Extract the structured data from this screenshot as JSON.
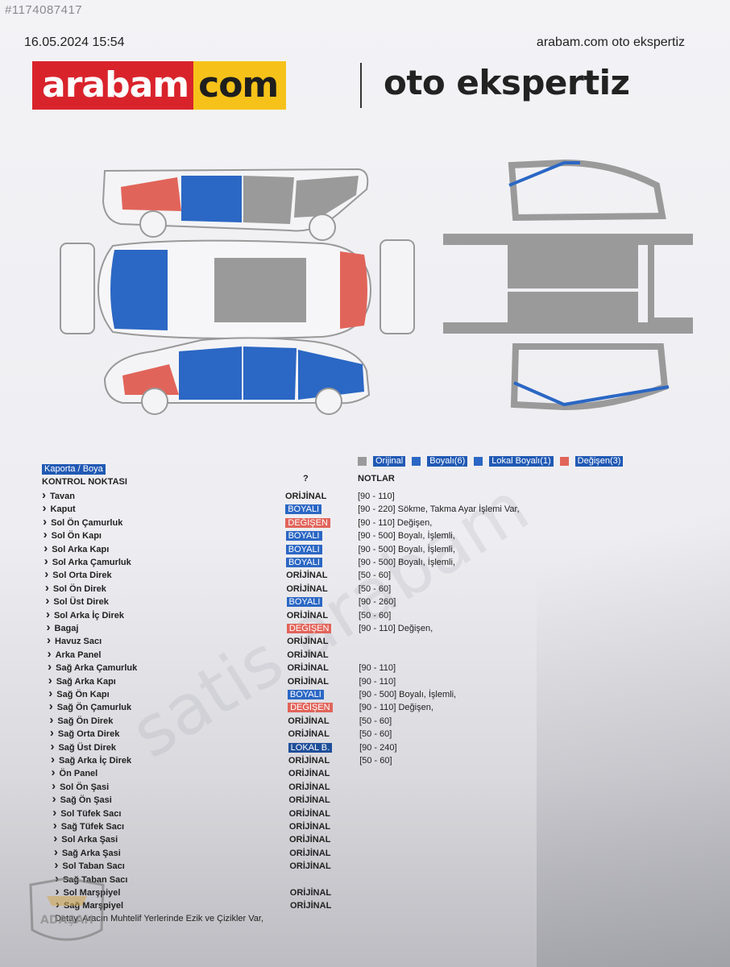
{
  "header": {
    "ad_id": "#1174087417",
    "date": "16.05.2024 15:54",
    "site": "arabam.com oto ekspertiz",
    "logo_left": "arabam",
    "logo_right": "com",
    "title": "oto ekspertiz"
  },
  "watermark": "satis arabam",
  "badge": {
    "text": "ADAŞAH"
  },
  "legend": [
    {
      "label": "Orijinal",
      "color": "#9a9a9a"
    },
    {
      "label": "Boyalı(6)",
      "color": "#2b67c4"
    },
    {
      "label": "Lokal Boyalı(1)",
      "color": "#2b67c4"
    },
    {
      "label": "Değişen(3)",
      "color": "#e1645a"
    }
  ],
  "colors": {
    "original": "#9a9a9a",
    "painted": "#2b67c4",
    "changed": "#e1645a",
    "local": "#1f4f9a"
  },
  "table": {
    "section": "Kaporta / Boya",
    "col_point": "KONTROL NOKTASI",
    "col_status": "?",
    "col_notes": "NOTLAR",
    "rows": [
      {
        "name": "Tavan",
        "status": "ORİJİNAL",
        "type": "orj",
        "note": "[90 - 110]"
      },
      {
        "name": "Kaput",
        "status": "BOYALI",
        "type": "boy",
        "note": "[90 - 220] Sökme, Takma Ayar İşlemi Var,"
      },
      {
        "name": "Sol Ön Çamurluk",
        "status": "DEĞİŞEN",
        "type": "deg",
        "note": "[90 - 110] Değişen,"
      },
      {
        "name": "Sol Ön Kapı",
        "status": "BOYALI",
        "type": "boy",
        "note": "[90 - 500] Boyalı, İşlemli,"
      },
      {
        "name": "Sol Arka Kapı",
        "status": "BOYALI",
        "type": "boy",
        "note": "[90 - 500] Boyalı, İşlemli,"
      },
      {
        "name": "Sol Arka Çamurluk",
        "status": "BOYALI",
        "type": "boy",
        "note": "[90 - 500] Boyalı, İşlemli,"
      },
      {
        "name": "Sol Orta Direk",
        "status": "ORİJİNAL",
        "type": "orj",
        "note": "[50 - 60]"
      },
      {
        "name": "Sol Ön Direk",
        "status": "ORİJİNAL",
        "type": "orj",
        "note": "[50 - 60]"
      },
      {
        "name": "Sol Üst Direk",
        "status": "BOYALI",
        "type": "boy",
        "note": "[90 - 260]"
      },
      {
        "name": "Sol Arka İç Direk",
        "status": "ORİJİNAL",
        "type": "orj",
        "note": "[50 - 60]"
      },
      {
        "name": "Bagaj",
        "status": "DEĞİŞEN",
        "type": "deg",
        "note": "[90 - 110] Değişen,"
      },
      {
        "name": "Havuz Sacı",
        "status": "ORİJİNAL",
        "type": "orj",
        "note": ""
      },
      {
        "name": "Arka Panel",
        "status": "ORİJİNAL",
        "type": "orj",
        "note": ""
      },
      {
        "name": "Sağ Arka Çamurluk",
        "status": "ORİJİNAL",
        "type": "orj",
        "note": "[90 - 110]"
      },
      {
        "name": "Sağ Arka Kapı",
        "status": "ORİJİNAL",
        "type": "orj",
        "note": "[90 - 110]"
      },
      {
        "name": "Sağ Ön Kapı",
        "status": "BOYALI",
        "type": "boy",
        "note": "[90 - 500] Boyalı, İşlemli,"
      },
      {
        "name": "Sağ Ön Çamurluk",
        "status": "DEĞİŞEN",
        "type": "deg",
        "note": "[90 - 110] Değişen,"
      },
      {
        "name": "Sağ Ön Direk",
        "status": "ORİJİNAL",
        "type": "orj",
        "note": "[50 - 60]"
      },
      {
        "name": "Sağ Orta Direk",
        "status": "ORİJİNAL",
        "type": "orj",
        "note": "[50 - 60]"
      },
      {
        "name": "Sağ Üst Direk",
        "status": "LOKAL B.",
        "type": "lok",
        "note": "[90 - 240]"
      },
      {
        "name": "Sağ Arka İç Direk",
        "status": "ORİJİNAL",
        "type": "orj",
        "note": "[50 - 60]"
      },
      {
        "name": "Ön Panel",
        "status": "ORİJİNAL",
        "type": "orj",
        "note": ""
      },
      {
        "name": "Sol Ön Şasi",
        "status": "ORİJİNAL",
        "type": "orj",
        "note": ""
      },
      {
        "name": "Sağ Ön Şasi",
        "status": "ORİJİNAL",
        "type": "orj",
        "note": ""
      },
      {
        "name": "Sol Tüfek Sacı",
        "status": "ORİJİNAL",
        "type": "orj",
        "note": ""
      },
      {
        "name": "Sağ Tüfek Sacı",
        "status": "ORİJİNAL",
        "type": "orj",
        "note": ""
      },
      {
        "name": "Sol Arka Şasi",
        "status": "ORİJİNAL",
        "type": "orj",
        "note": ""
      },
      {
        "name": "Sağ Arka Şasi",
        "status": "ORİJİNAL",
        "type": "orj",
        "note": ""
      },
      {
        "name": "Sol Taban Sacı",
        "status": "ORİJİNAL",
        "type": "orj",
        "note": ""
      },
      {
        "name": "Sağ Taban Sacı",
        "status": "",
        "type": "orj",
        "note": ""
      },
      {
        "name": "Sol Marşpiyel",
        "status": "ORİJİNAL",
        "type": "orj",
        "note": ""
      },
      {
        "name": "Sağ Marşpiyel",
        "status": "ORİJİNAL",
        "type": "orj",
        "note": ""
      }
    ],
    "detail": "Detay: Aracın Muhtelif Yerlerinde Ezik ve Çizikler Var,"
  }
}
